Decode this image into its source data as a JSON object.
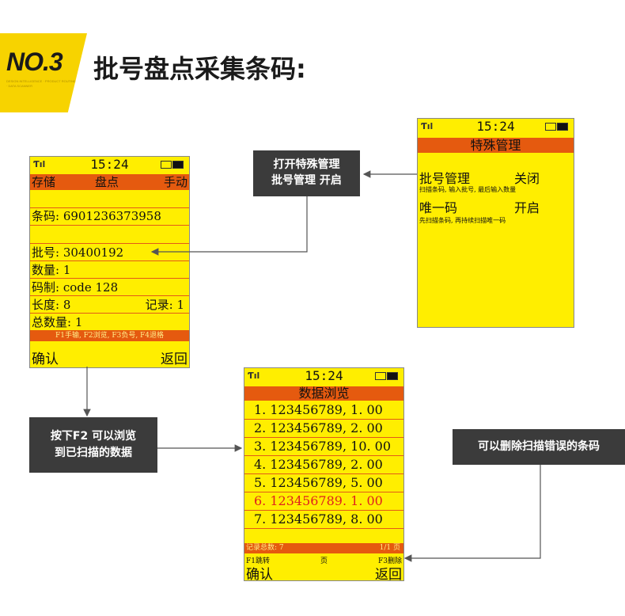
{
  "header": {
    "badge": "NO.3",
    "badge_sub": "DESIGN INTELLIGENCE · PRODUCT ROUTINE · DATA SCANNER",
    "title": "批号盘点采集条码:"
  },
  "device1": {
    "status": {
      "time": "15:24"
    },
    "menu": {
      "left": "存储",
      "mid": "盘点",
      "right": "手动"
    },
    "barcode": "条码: 6901236373958",
    "batch": "批号: 30400192",
    "qty": "数量: 1",
    "code": "码制: code 128",
    "length": "长度: 8",
    "record": "记录: 1",
    "total": "总数量: 1",
    "hint": "F1手输, F2浏览, F3负号, F4退格",
    "btn_ok": "确认",
    "btn_back": "返回"
  },
  "device2": {
    "status": {
      "time": "15:24"
    },
    "title": "特殊管理",
    "batch_label": "批号管理",
    "batch_state": "关闭",
    "batch_desc": "扫描条码, 输入批号, 最后输入数量",
    "unique_label": "唯一码",
    "unique_state": "开启",
    "unique_desc": "先扫描条码, 再持续扫描唯一码"
  },
  "device3": {
    "status": {
      "time": "15:24"
    },
    "title": "数据浏览",
    "rows": [
      "1. 123456789, 1. 00",
      "2. 123456789, 2. 00",
      "3. 123456789, 10. 00",
      "4. 123456789, 2. 00",
      "5. 123456789, 5. 00",
      "6. 123456789. 1. 00",
      "7. 123456789, 8. 00"
    ],
    "footer_left": "记录总数: 7",
    "footer_right": "1/1   页",
    "keys_left": "F1跳转",
    "keys_mid": "页",
    "keys_right": "F3删除",
    "btn_ok": "确认",
    "btn_back": "返回"
  },
  "callouts": {
    "c1_l1": "打开特殊管理",
    "c1_l2": "批号管理 开启",
    "c2_l1": "按下F2 可以浏览",
    "c2_l2": "到已扫描的数据",
    "c3": "可以删除扫描错误的条码"
  },
  "colors": {
    "screen": "#ffee00",
    "bar": "#e55a0f",
    "accent": "#f7d300",
    "highlight": "#e0201e"
  }
}
